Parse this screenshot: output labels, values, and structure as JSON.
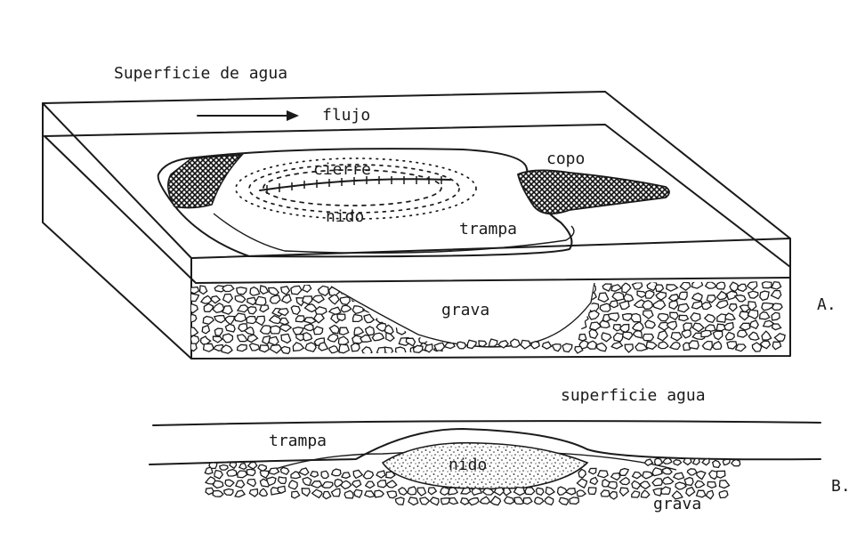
{
  "diagram": {
    "panel_a": {
      "water_surface_label": "Superficie de agua",
      "flow_label": "flujo",
      "closure_label": "cierre",
      "cap_label": "copo",
      "nest_label": "nido",
      "trap_label": "trampa",
      "gravel_label": "grava",
      "panel_letter": "A."
    },
    "panel_b": {
      "water_surface_label": "superficie agua",
      "trap_label": "trampa",
      "nest_label": "nido",
      "gravel_label": "grava",
      "panel_letter": "B."
    }
  },
  "colors": {
    "ink": "#1a1a1a",
    "paper": "#ffffff"
  }
}
